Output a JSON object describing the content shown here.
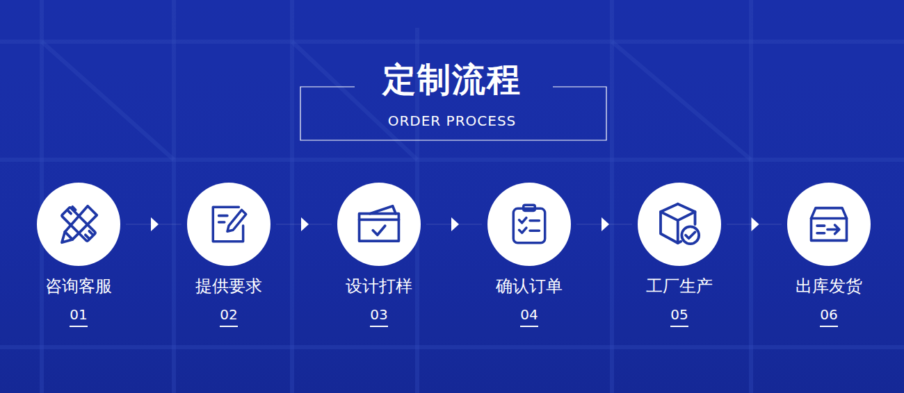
{
  "diagram": {
    "title": "定制流程",
    "nodes": [
      {
        "text": [
          "咨询客服",
          "01"
        ]
      },
      {
        "text": [
          "提供要求",
          "02"
        ]
      },
      {
        "text": [
          "设计打样",
          "03"
        ]
      },
      {
        "text": [
          "确认订单",
          "04"
        ]
      },
      {
        "text": [
          "工厂生产",
          "05"
        ]
      },
      {
        "text": [
          "出库发货",
          "06"
        ]
      }
    ],
    "edges": [
      {
        "from": 0,
        "to": 1,
        "arrow": "to"
      },
      {
        "from": 1,
        "to": 2,
        "arrow": "to"
      },
      {
        "from": 2,
        "to": 3,
        "arrow": "to"
      },
      {
        "from": 3,
        "to": 4,
        "arrow": "to"
      },
      {
        "from": 4,
        "to": 5,
        "arrow": "to"
      }
    ],
    "labels": [
      "ORDER PROCESS"
    ]
  }
}
